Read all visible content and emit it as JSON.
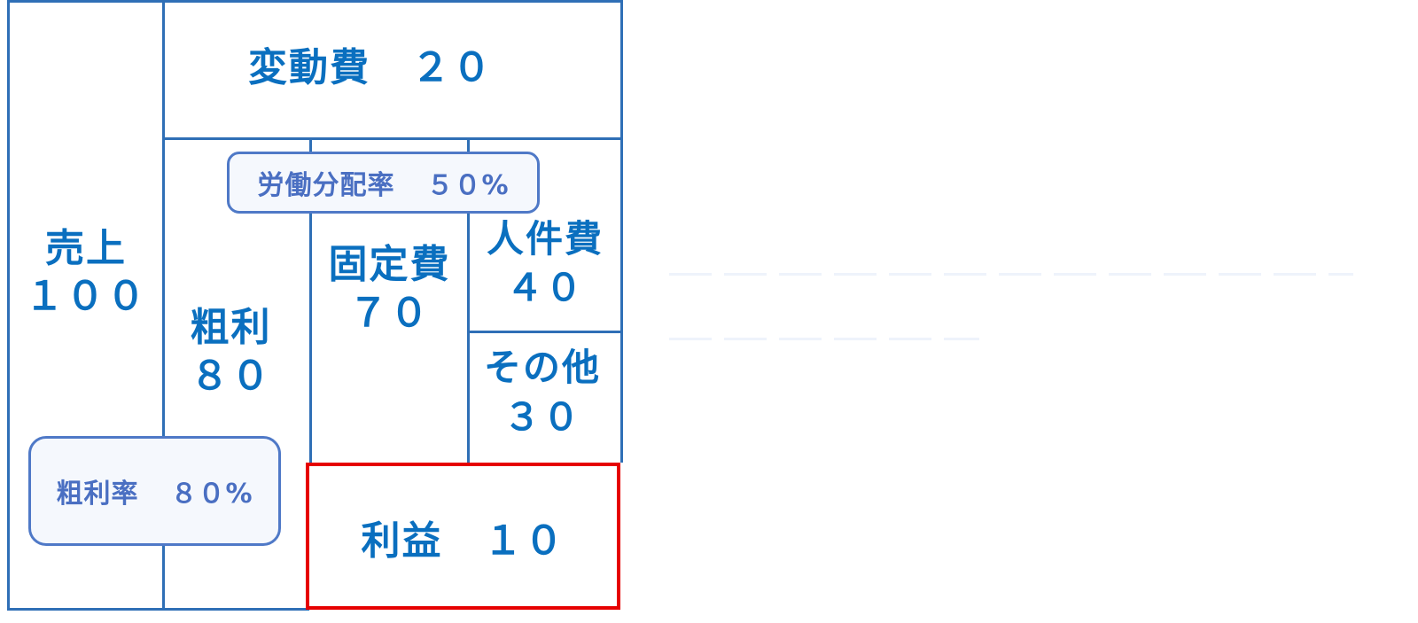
{
  "sales": {
    "name": "売上",
    "value": "１００"
  },
  "variable_cost": {
    "label": "変動費　２０"
  },
  "gross_profit": {
    "name": "粗利",
    "value": "８０"
  },
  "fixed_cost": {
    "name": "固定費",
    "value": "７０"
  },
  "personnel_cost": {
    "name": "人件費",
    "value": "４０"
  },
  "other_cost": {
    "name": "その他",
    "value": "３０"
  },
  "profit": {
    "label": "利益　１０"
  },
  "labor_share_badge": {
    "label": "労働分配率",
    "value": "５０%"
  },
  "gross_margin_badge": {
    "label": "粗利率",
    "value": "８０%"
  },
  "colors": {
    "text": "#0a6fbf",
    "border": "#2f6fb6",
    "badge_border": "#4f79c7",
    "highlight": "#e60000"
  }
}
